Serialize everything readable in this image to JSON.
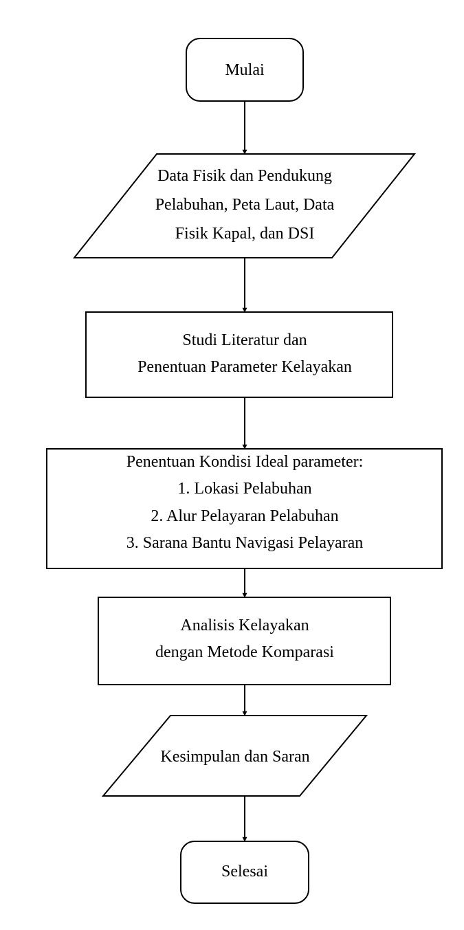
{
  "flowchart": {
    "nodes": [
      {
        "id": "start",
        "kind": "terminator",
        "lines": [
          "Mulai"
        ]
      },
      {
        "id": "input-data",
        "kind": "data",
        "lines": [
          "Data Fisik dan Pendukung",
          "Pelabuhan, Peta Laut, Data",
          "Fisik Kapal, dan DSI"
        ]
      },
      {
        "id": "literature",
        "kind": "process",
        "lines": [
          "Studi Literatur dan",
          "Penentuan Parameter Kelayakan"
        ]
      },
      {
        "id": "ideal-conditions",
        "kind": "process",
        "lines": [
          "Penentuan Kondisi Ideal parameter:",
          "1. Lokasi Pelabuhan",
          "2. Alur Pelayaran Pelabuhan",
          "3. Sarana Bantu Navigasi Pelayaran"
        ]
      },
      {
        "id": "analysis",
        "kind": "process",
        "lines": [
          "Analisis Kelayakan",
          "dengan Metode Komparasi"
        ]
      },
      {
        "id": "conclusion",
        "kind": "data",
        "lines": [
          "Kesimpulan dan Saran"
        ]
      },
      {
        "id": "end",
        "kind": "terminator",
        "lines": [
          "Selesai"
        ]
      }
    ],
    "edges": [
      {
        "from": "start",
        "to": "input-data"
      },
      {
        "from": "input-data",
        "to": "literature"
      },
      {
        "from": "literature",
        "to": "ideal-conditions"
      },
      {
        "from": "ideal-conditions",
        "to": "analysis"
      },
      {
        "from": "analysis",
        "to": "conclusion"
      },
      {
        "from": "conclusion",
        "to": "end"
      }
    ]
  }
}
